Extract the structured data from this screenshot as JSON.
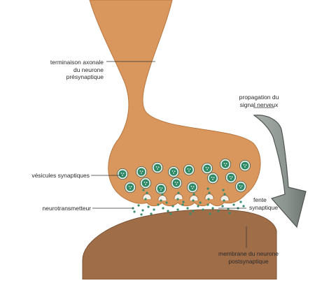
{
  "labels": {
    "axon_terminal": [
      "terminaison axonale",
      "du neurone",
      "présynaptique"
    ],
    "propagation": [
      "propagation du",
      "signal nerveux"
    ],
    "vesicles": "vésicules synaptiques",
    "cleft": [
      "fente",
      "synaptique"
    ],
    "neurotransmitter": "neurotransmetteur",
    "postsynaptic_membrane": [
      "membrane du neurone",
      "postsynaptique"
    ]
  },
  "colors": {
    "presynaptic": "#d9965d",
    "postsynaptic": "#a06d49",
    "vesicle_fill": "#2e8a66",
    "vesicle_ring": "#e8eee8",
    "neurotransmitter_dot": "#3a8c6c",
    "arrow": "#8d9590"
  }
}
